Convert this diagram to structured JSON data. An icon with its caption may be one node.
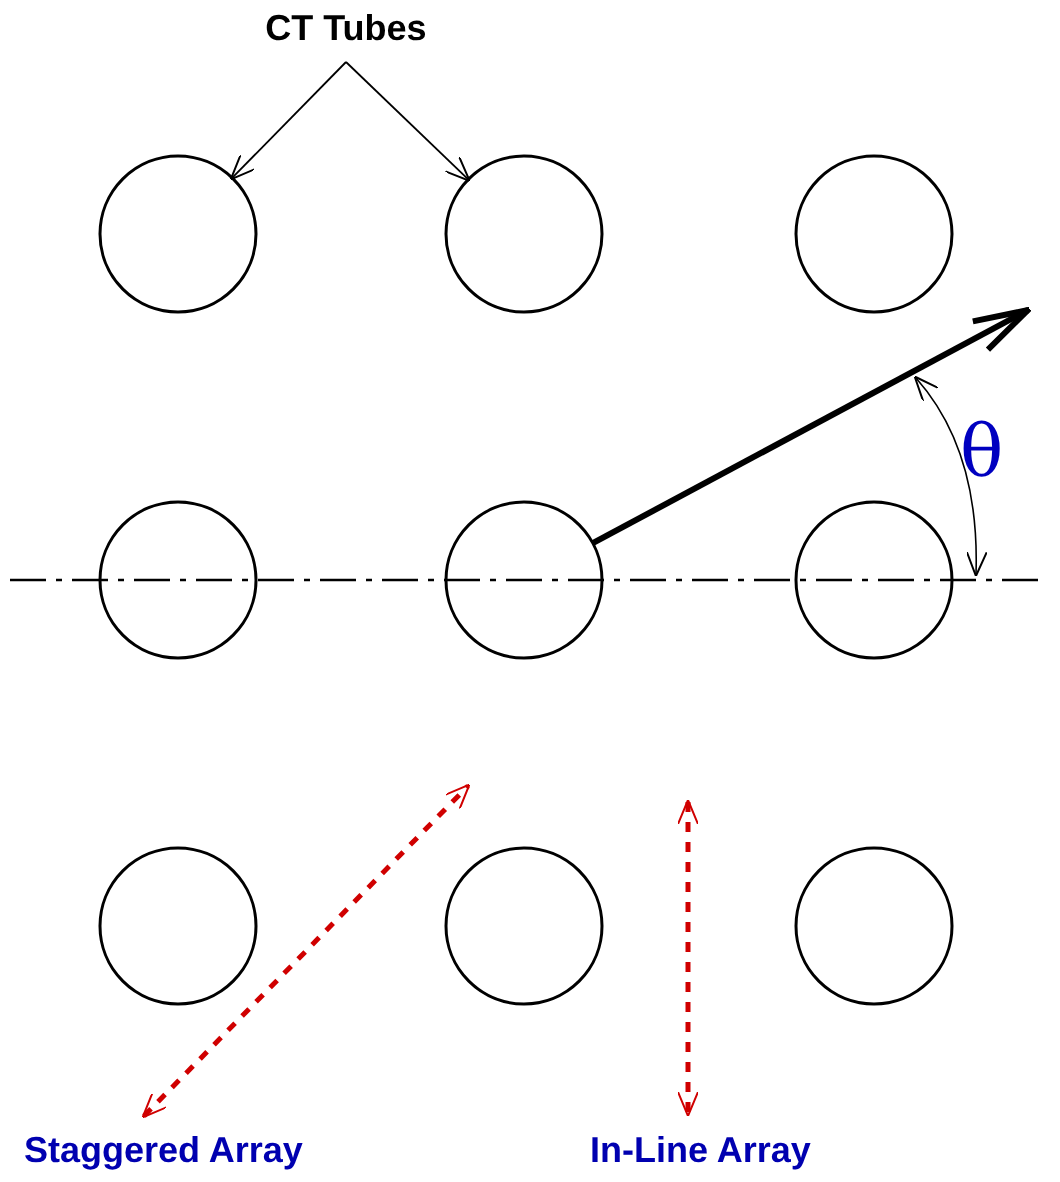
{
  "diagram": {
    "nodes": [
      {
        "text": [
          "CT Tubes"
        ]
      },
      {
        "text": [],
        "shape": "circle"
      },
      {
        "text": [],
        "shape": "circle"
      },
      {
        "text": [],
        "shape": "circle"
      },
      {
        "text": [],
        "shape": "circle"
      },
      {
        "text": [],
        "shape": "circle"
      },
      {
        "text": [],
        "shape": "circle"
      },
      {
        "text": [],
        "shape": "circle"
      },
      {
        "text": [],
        "shape": "circle"
      },
      {
        "text": [],
        "shape": "circle"
      }
    ],
    "edges": [
      {
        "from": 0,
        "to": 1,
        "arrow": "to"
      },
      {
        "from": 0,
        "to": 2,
        "arrow": "to"
      },
      {
        "from": 5,
        "to": null,
        "arrow": "to",
        "style": "thick"
      }
    ],
    "labels": [
      "θ",
      "Staggered Array",
      "In-Line Array"
    ]
  }
}
